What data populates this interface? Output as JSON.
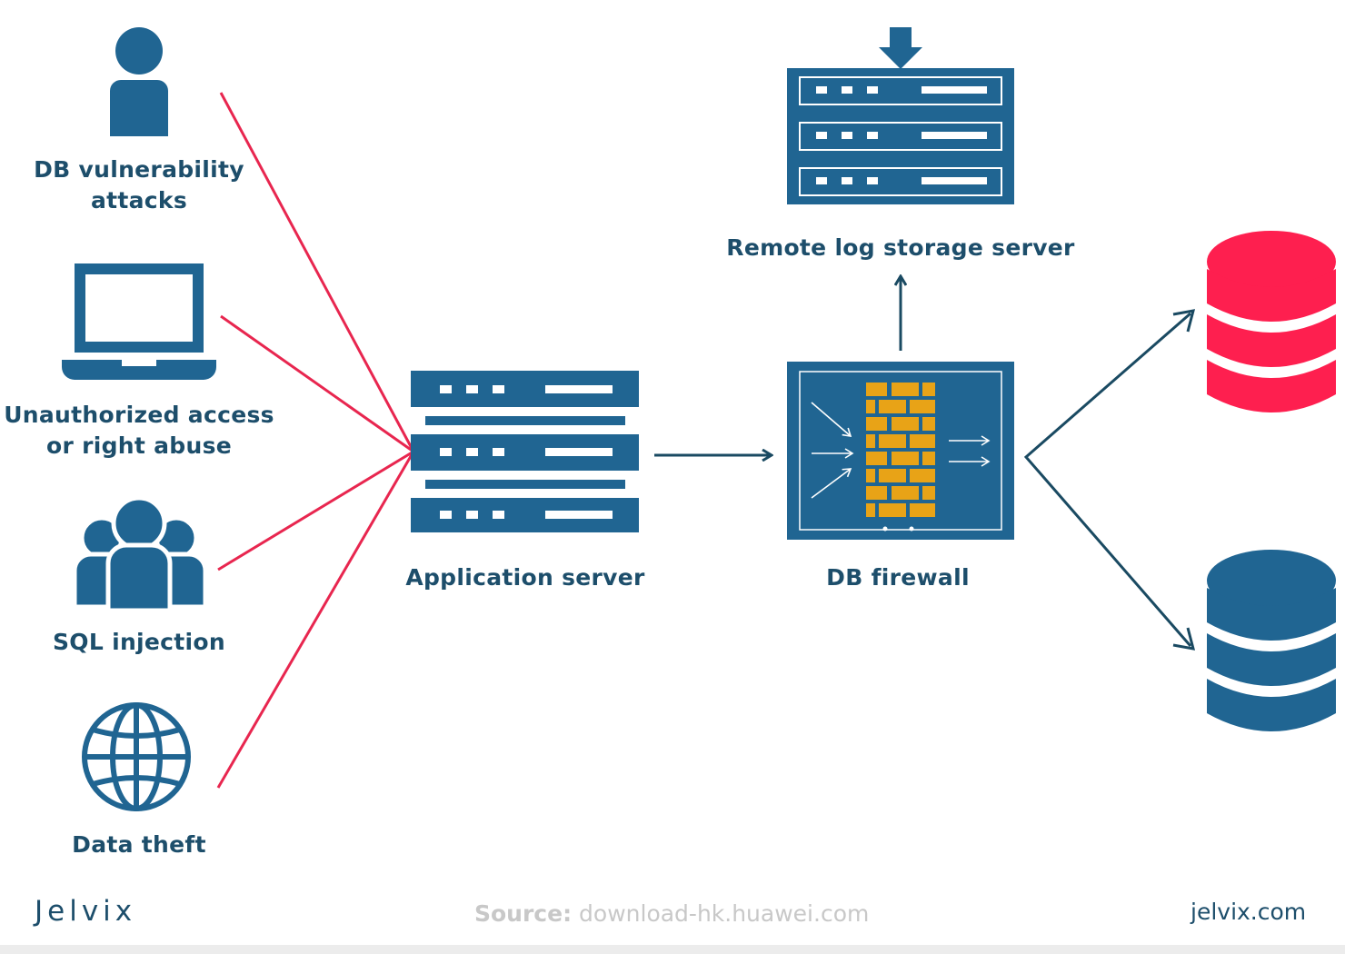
{
  "colors": {
    "navy": "#206592",
    "text": "#1d4e6b",
    "red_line": "#e8264f",
    "red_db": "#fe1f4f",
    "brick": "#e8a317",
    "arrow": "#1a4a62",
    "source_gray": "#c8c8c8"
  },
  "threats": [
    {
      "id": "vuln",
      "icon": "person-icon",
      "lines": [
        "DB vulnerability",
        "attacks"
      ]
    },
    {
      "id": "unauth",
      "icon": "laptop-icon",
      "lines": [
        "Unauthorized access",
        "or right abuse"
      ]
    },
    {
      "id": "sqli",
      "icon": "group-icon",
      "lines": [
        "SQL injection"
      ]
    },
    {
      "id": "theft",
      "icon": "globe-icon",
      "lines": [
        "Data theft"
      ]
    }
  ],
  "nodes": {
    "app_server": {
      "label": "Application server",
      "icon": "server-rack-icon"
    },
    "db_firewall": {
      "label": "DB firewall",
      "icon": "firewall-icon"
    },
    "log_server": {
      "label": "Remote log storage server",
      "icon": "server-stack-icon"
    },
    "db_red": {
      "icon": "database-icon",
      "color": "#fe1f4f"
    },
    "db_blue": {
      "icon": "database-icon",
      "color": "#206592"
    }
  },
  "footer": {
    "logo": "Jelvix",
    "source_prefix": "Source:",
    "source_url": " download-hk.huawei.com",
    "site": "jelvix.com"
  }
}
